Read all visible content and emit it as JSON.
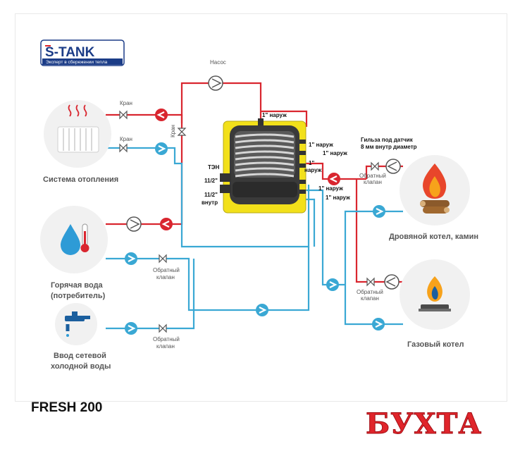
{
  "logo": {
    "brand": "S-TANK",
    "tagline": "Эксперт в сбережении тепла"
  },
  "labels": {
    "pump": "Насос",
    "valve_top": "Кран",
    "valve_bottom": "Кран",
    "valve_vertical": "Кран",
    "ten": "ТЭН",
    "ten_size": "11/2\"",
    "inner_size": "11/2\"",
    "inner": "внутр",
    "port_top": "1\" наруж",
    "port_1": "1\" наруж",
    "port_2": "1\" наруж",
    "port_3": "1\"",
    "port_3b": "наруж",
    "port_4": "1\" наруж",
    "port_5": "1\" наруж",
    "sensor_line1": "Гильза под датчик",
    "sensor_line2": "8 мм внутр диаметр",
    "check_wood": "Обратный",
    "check_wood_2": "клапан",
    "check_gas": "Обратный",
    "check_gas_2": "клапан",
    "check_hot": "Обратный",
    "check_hot_2": "клапан",
    "check_cold": "Обратный",
    "check_cold_2": "клапан"
  },
  "nodes": {
    "heating": "Система отопления",
    "hot_water_1": "Горячая вода",
    "hot_water_2": "(потребитель)",
    "cold_1": "Ввод  сетевой",
    "cold_2": "холодной воды",
    "wood": "Дровяной котел, камин",
    "gas": "Газовый котел"
  },
  "model": "FRESH 200",
  "watermark": "БУХТА",
  "colors": {
    "hot": "#d9262f",
    "cold": "#3aa8d4",
    "tank": "#f2e01a",
    "text": "#555555"
  },
  "icons": [
    "radiator-icon",
    "water-drop-thermometer-icon",
    "faucet-icon",
    "fire-icon",
    "gas-burner-icon",
    "pump-icon",
    "valve-icon",
    "arrow-icon"
  ]
}
